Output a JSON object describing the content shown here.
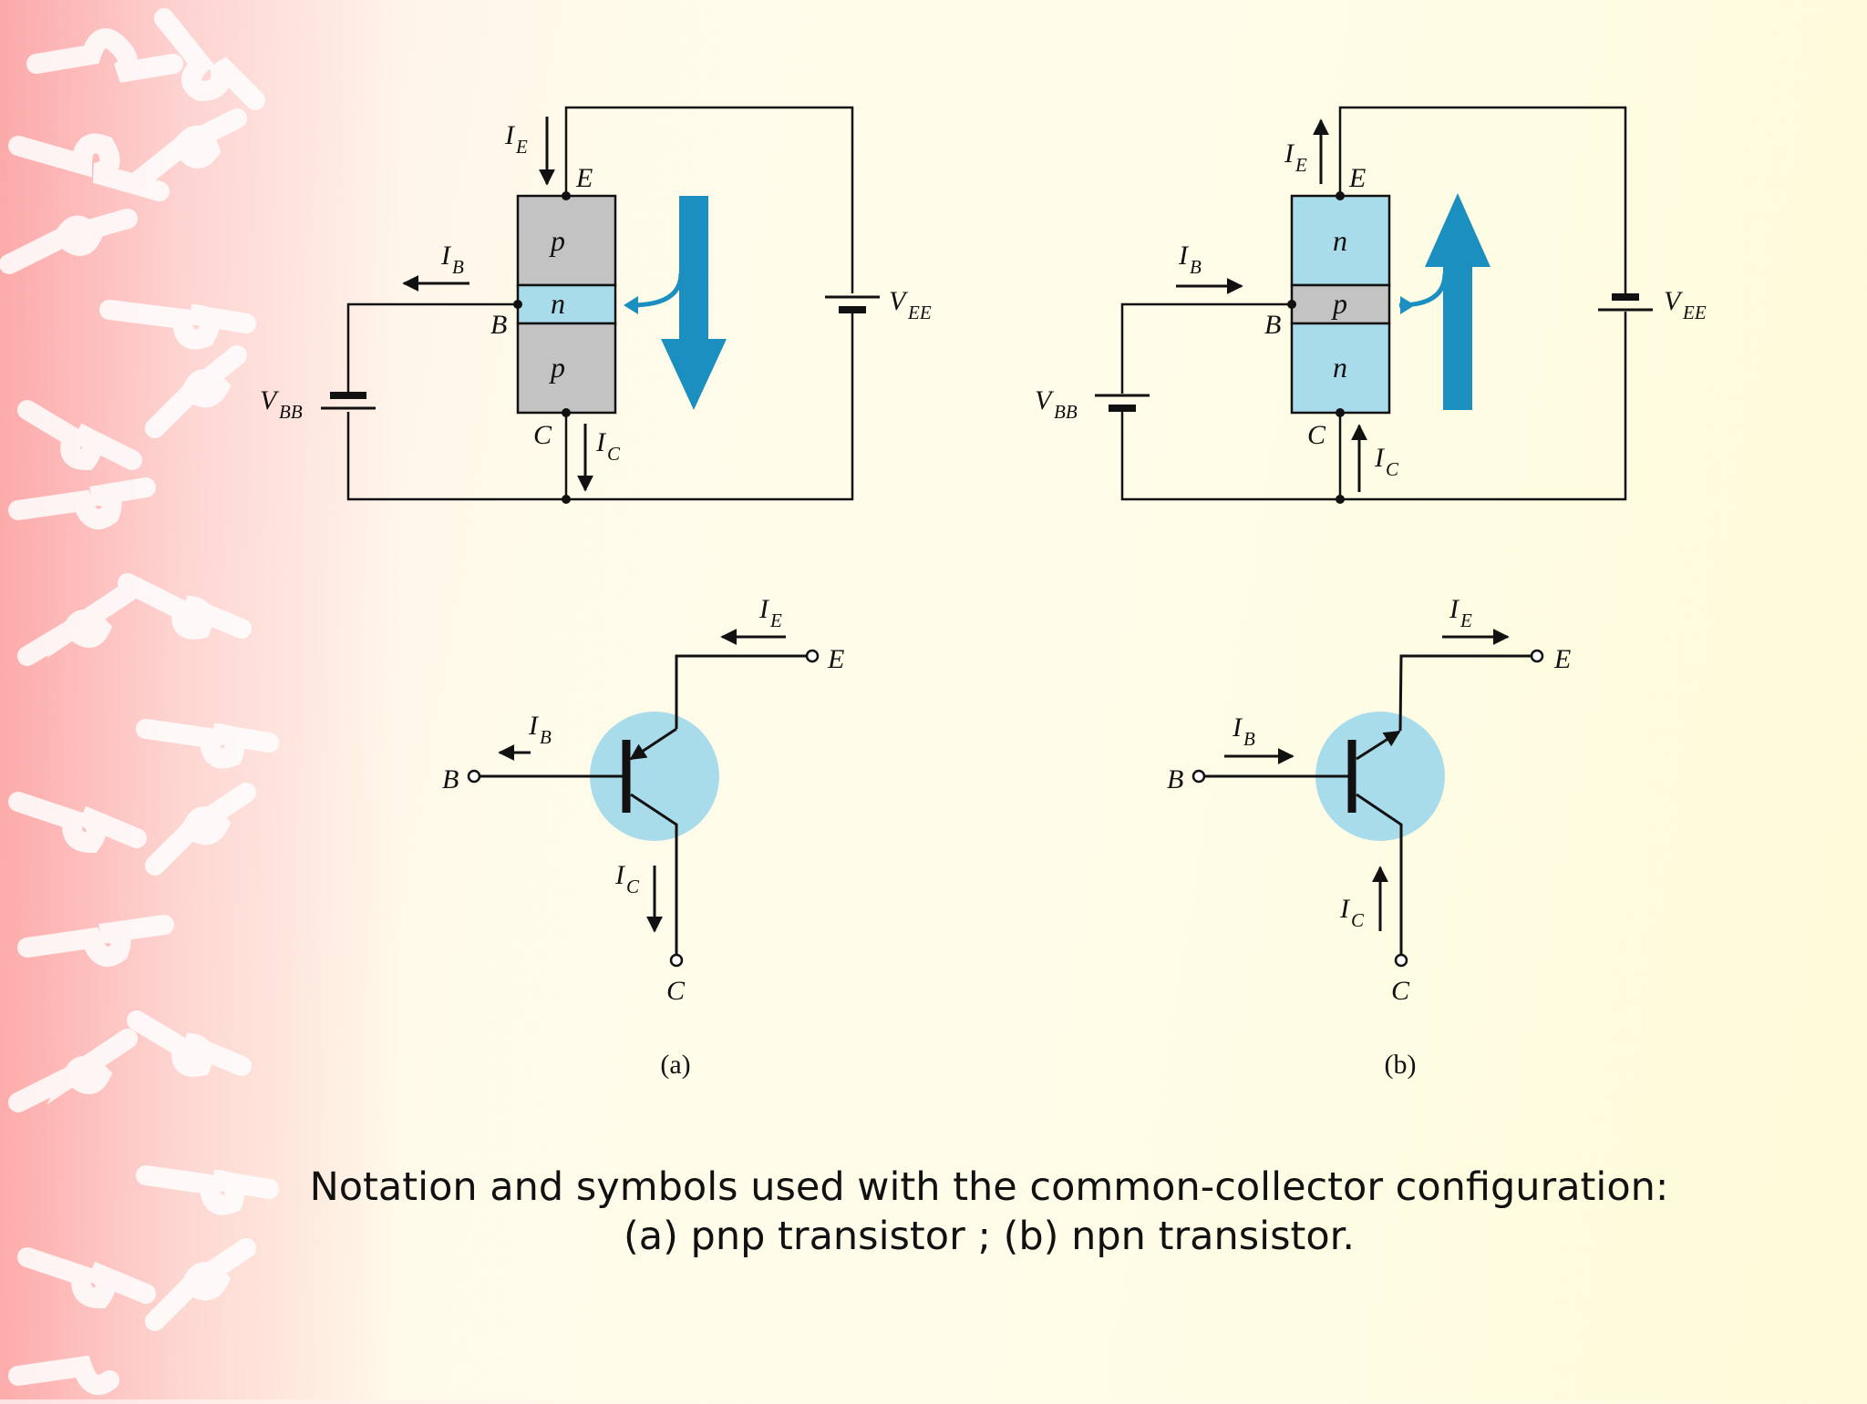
{
  "figure": {
    "panel_a": {
      "layers": [
        "p",
        "n",
        "p"
      ],
      "terminals": {
        "emitter": "E",
        "base": "B",
        "collector": "C"
      },
      "currents": {
        "emitter": "E",
        "base": "B",
        "collector": "C"
      },
      "sources": {
        "vbb": "BB",
        "vee": "EE"
      },
      "sub_caption": "(a)"
    },
    "panel_b": {
      "layers": [
        "n",
        "p",
        "n"
      ],
      "terminals": {
        "emitter": "E",
        "base": "B",
        "collector": "C"
      },
      "currents": {
        "emitter": "E",
        "base": "B",
        "collector": "C"
      },
      "sources": {
        "vbb": "BB",
        "vee": "EE"
      },
      "sub_caption": "(b)"
    }
  },
  "caption": {
    "line1": "Notation and symbols used with the common-collector configuration:",
    "line2": "(a) pnp transistor ; (b) npn transistor."
  },
  "colors": {
    "p_type": "#c3c3c3",
    "n_type": "#a9dcea",
    "flow_arrow": "#1a8fc0",
    "symbol_disc": "#a9dcea"
  }
}
